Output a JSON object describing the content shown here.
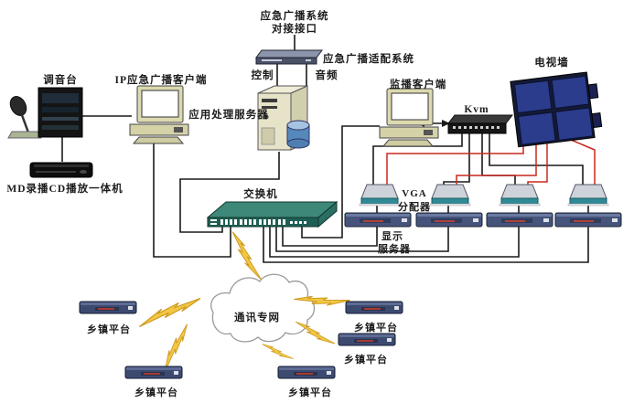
{
  "diagram_type": "network-topology",
  "labels": {
    "interface_line1": "应急广播系统",
    "interface_line2": "对接接口",
    "adapter": "应急广播适配系统",
    "control": "控制",
    "audio": "音频",
    "mixer": "调音台",
    "ip_client": "IP应急广播客户端",
    "app_server": "应用处理服务器",
    "md_player": "MD录播CD播放一体机",
    "switch": "交换机",
    "monitor_client": "监播客户端",
    "kvm": "Kvm",
    "tv_wall": "电视墙",
    "vga_line1": "VGA",
    "vga_line2": "分配器",
    "display_line1": "显示",
    "display_line2": "服务器",
    "cloud": "通讯专网"
  },
  "townships": [
    "乡镇平台",
    "乡镇平台",
    "乡镇平台",
    "乡镇平台",
    "乡镇平台"
  ],
  "colors": {
    "line_black": "#1a1a1a",
    "line_red": "#c8281e",
    "switch_green_top": "#3d8878",
    "switch_green_front": "#1e5f54",
    "lightning_yellow": "#f2c744",
    "tv_wall_blue": "#2b3c8c",
    "rack_navy": "#46547c",
    "splitter_teal": "#2e8a96",
    "device_beige": "#ddd9b0",
    "db_cylinder_blue": "#5588bb",
    "cloud_outline": "#999999"
  }
}
